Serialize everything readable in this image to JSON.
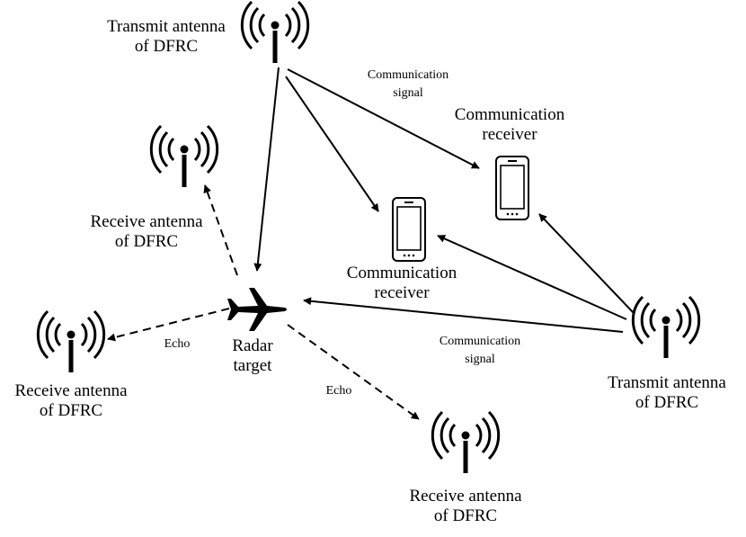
{
  "transmit_top": {
    "line1": "Transmit antenna",
    "line2": "of DFRC"
  },
  "transmit_right": {
    "line1": "Transmit antenna",
    "line2": "of DFRC"
  },
  "receive_top_left": {
    "line1": "Receive antenna",
    "line2": "of DFRC"
  },
  "receive_left": {
    "line1": "Receive antenna",
    "line2": "of DFRC"
  },
  "receive_bottom": {
    "line1": "Receive antenna",
    "line2": "of DFRC"
  },
  "comm_receiver_right": {
    "line1": "Communication",
    "line2": "receiver"
  },
  "comm_receiver_center": {
    "line1": "Communication",
    "line2": "receiver"
  },
  "comm_signal_top": {
    "line1": "Communication",
    "line2": "signal"
  },
  "comm_signal_bottom": {
    "line1": "Communication",
    "line2": "signal"
  },
  "radar_target": {
    "line1": "Radar",
    "line2": "target"
  },
  "echo_left": "Echo",
  "echo_bottom": "Echo",
  "icons": {
    "antenna": "antenna-icon",
    "phone": "smartphone-icon",
    "plane": "airplane-icon"
  }
}
